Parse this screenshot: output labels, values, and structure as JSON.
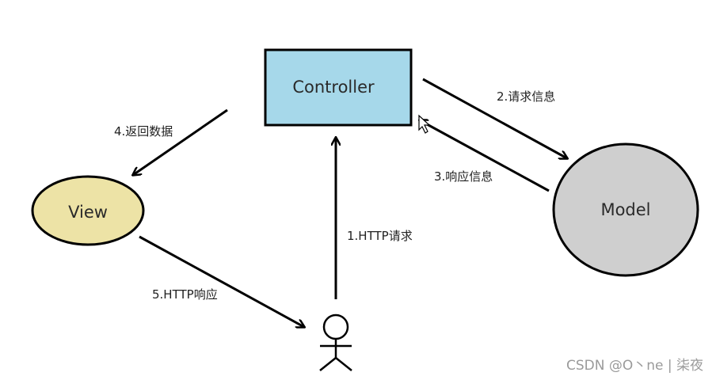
{
  "nodes": {
    "controller": "Controller",
    "model": "Model",
    "view": "View"
  },
  "edges": {
    "e1": "1.HTTP请求",
    "e2": "2.请求信息",
    "e3": "3.响应信息",
    "e4": "4.返回数据",
    "e5": "5.HTTP响应"
  },
  "watermark": "CSDN @O丶ne | 柒夜",
  "colors": {
    "controller_fill": "#a6d8ea",
    "model_fill": "#cfcfcf",
    "view_fill": "#ede3a6",
    "stroke": "#000000"
  }
}
